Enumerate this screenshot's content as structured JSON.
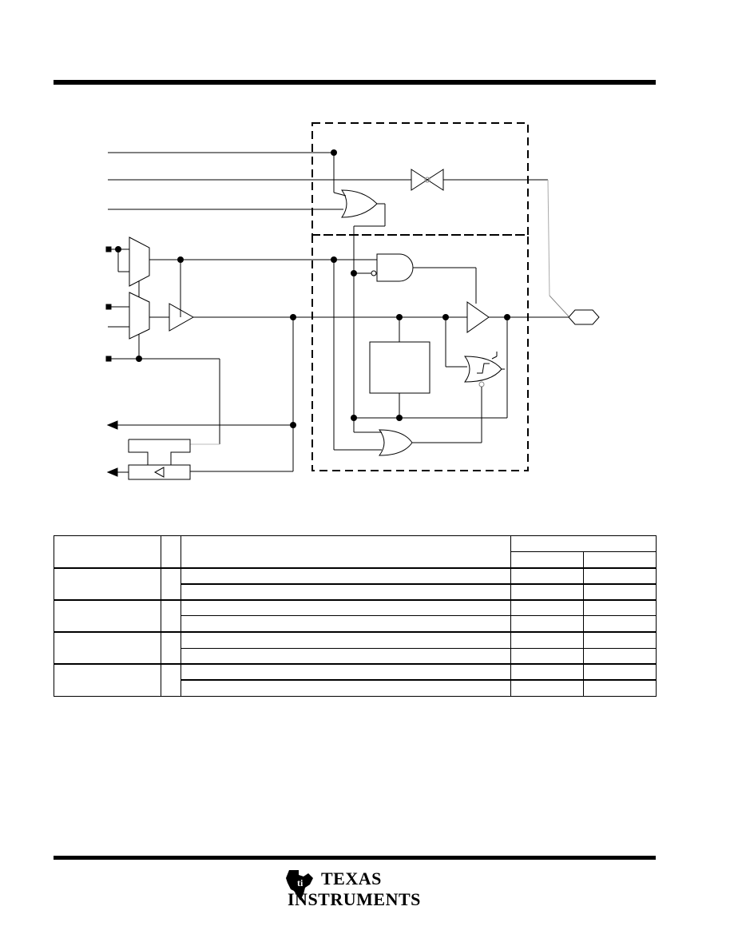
{
  "logo": {
    "brand_line1": "TEXAS",
    "brand_line2": "INSTRUMENTS",
    "icon": "ti-state-icon"
  },
  "table": {
    "groups": 4,
    "rows_per_group": 2
  }
}
